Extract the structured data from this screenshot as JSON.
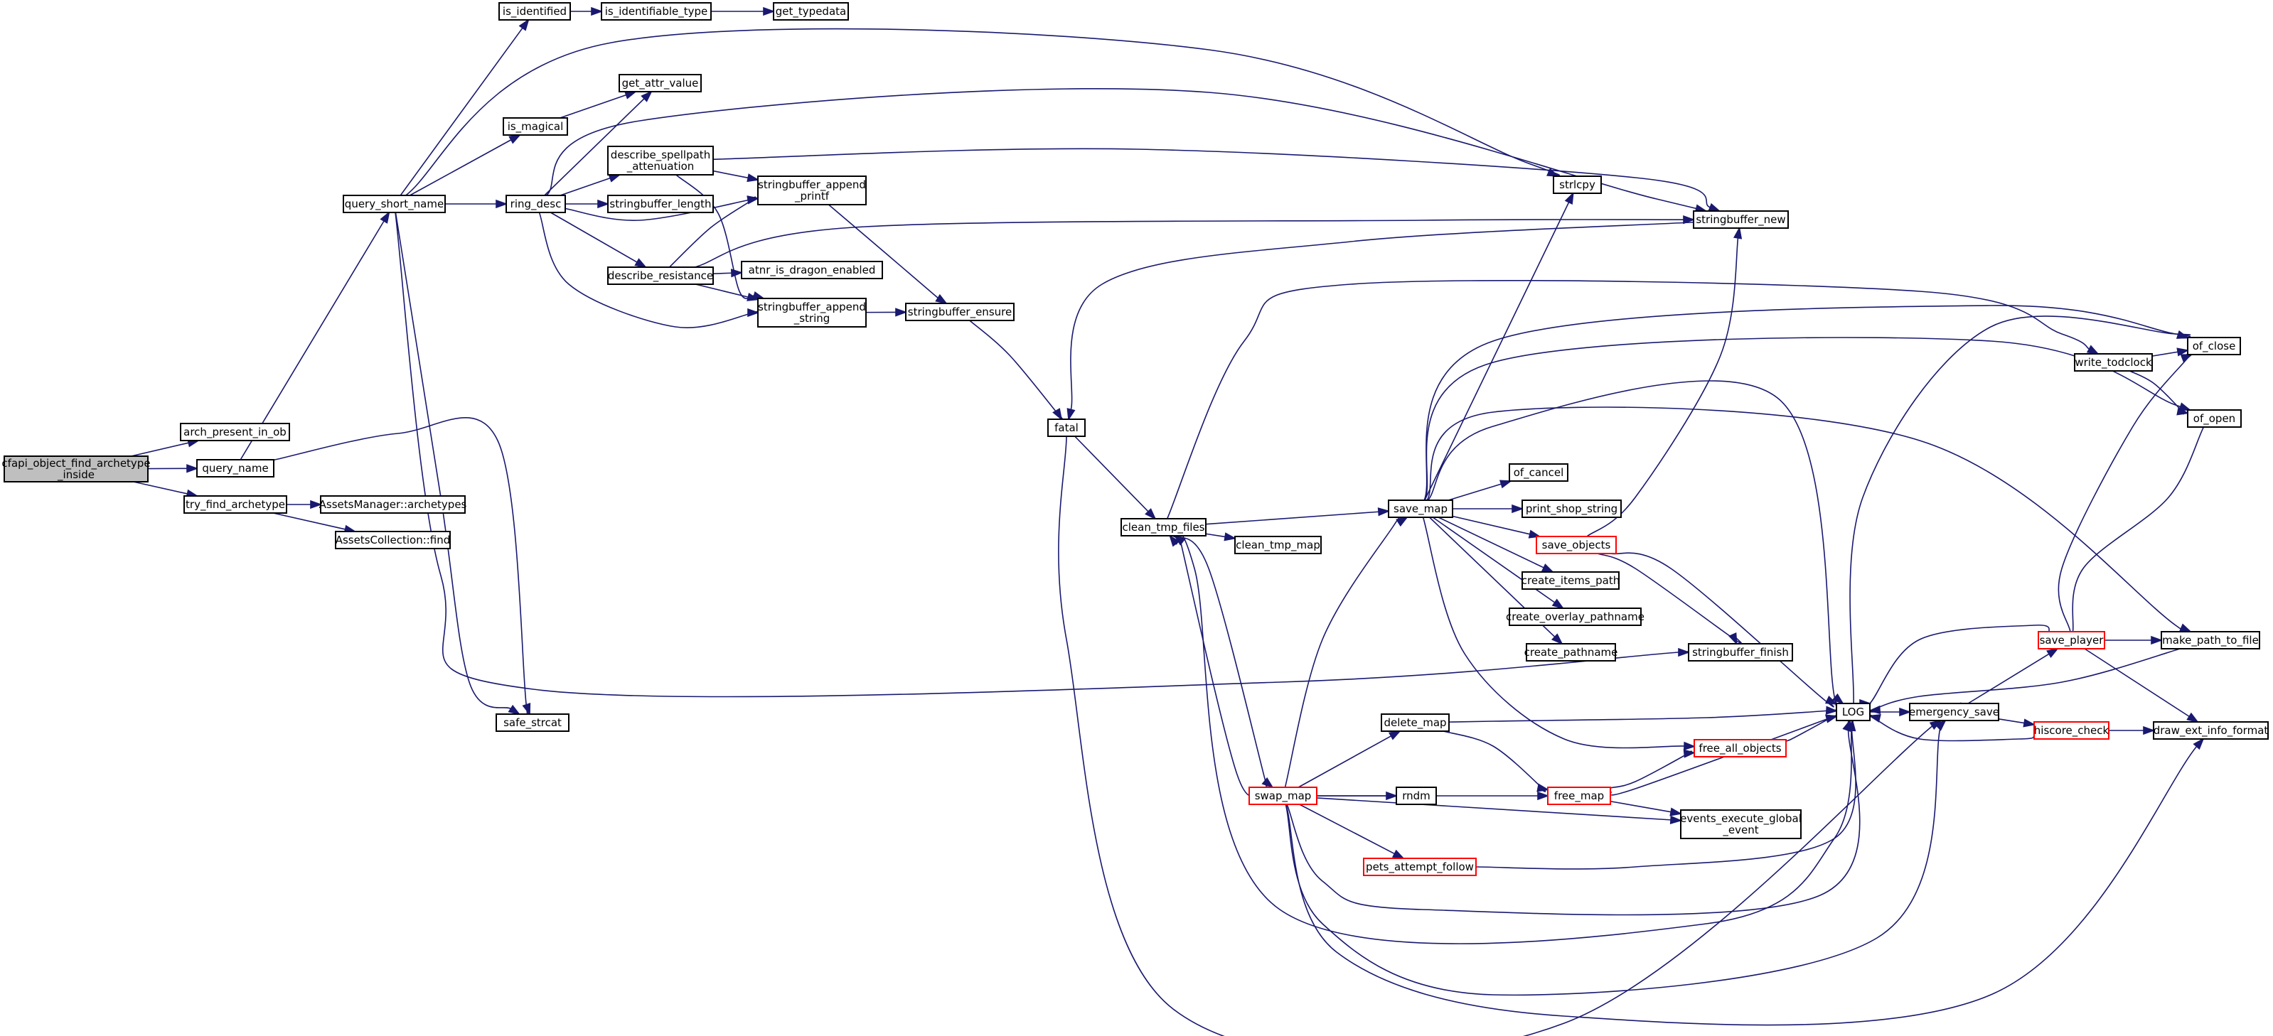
{
  "colors": {
    "edge": "#191970",
    "node_border": "#000000",
    "truncated_border": "#ff0000",
    "root_fill": "#bfbfbf",
    "node_fill": "#ffffff",
    "background": "#ffffff"
  },
  "nodes": [
    {
      "id": "cfapi",
      "lines": [
        "cfapi_object_find_archetype",
        "_inside"
      ],
      "kind": "root"
    },
    {
      "id": "arch_present_in_ob",
      "lines": [
        "arch_present_in_ob"
      ]
    },
    {
      "id": "query_name",
      "lines": [
        "query_name"
      ]
    },
    {
      "id": "try_find_archetype",
      "lines": [
        "try_find_archetype"
      ]
    },
    {
      "id": "query_short_name",
      "lines": [
        "query_short_name"
      ]
    },
    {
      "id": "safe_strcat",
      "lines": [
        "safe_strcat"
      ]
    },
    {
      "id": "AssetsManager_archetypes",
      "lines": [
        "AssetsManager::archetypes"
      ]
    },
    {
      "id": "AssetsCollection_find",
      "lines": [
        "AssetsCollection::find"
      ]
    },
    {
      "id": "is_identified",
      "lines": [
        "is_identified"
      ]
    },
    {
      "id": "is_identifiable_type",
      "lines": [
        "is_identifiable_type"
      ]
    },
    {
      "id": "get_typedata",
      "lines": [
        "get_typedata"
      ]
    },
    {
      "id": "is_magical",
      "lines": [
        "is_magical"
      ]
    },
    {
      "id": "get_attr_value",
      "lines": [
        "get_attr_value"
      ]
    },
    {
      "id": "ring_desc",
      "lines": [
        "ring_desc"
      ]
    },
    {
      "id": "describe_spellpath_attenuation",
      "lines": [
        "describe_spellpath",
        "_attenuation"
      ]
    },
    {
      "id": "stringbuffer_length",
      "lines": [
        "stringbuffer_length"
      ]
    },
    {
      "id": "describe_resistance",
      "lines": [
        "describe_resistance"
      ]
    },
    {
      "id": "stringbuffer_append_printf",
      "lines": [
        "stringbuffer_append",
        "_printf"
      ]
    },
    {
      "id": "atnr_is_dragon_enabled",
      "lines": [
        "atnr_is_dragon_enabled"
      ]
    },
    {
      "id": "stringbuffer_append_string",
      "lines": [
        "stringbuffer_append",
        "_string"
      ]
    },
    {
      "id": "stringbuffer_ensure",
      "lines": [
        "stringbuffer_ensure"
      ]
    },
    {
      "id": "strlcpy",
      "lines": [
        "strlcpy"
      ]
    },
    {
      "id": "stringbuffer_new",
      "lines": [
        "stringbuffer_new"
      ]
    },
    {
      "id": "fatal",
      "lines": [
        "fatal"
      ]
    },
    {
      "id": "clean_tmp_files",
      "lines": [
        "clean_tmp_files"
      ]
    },
    {
      "id": "clean_tmp_map",
      "lines": [
        "clean_tmp_map"
      ]
    },
    {
      "id": "save_map",
      "lines": [
        "save_map"
      ]
    },
    {
      "id": "of_cancel",
      "lines": [
        "of_cancel"
      ]
    },
    {
      "id": "print_shop_string",
      "lines": [
        "print_shop_string"
      ]
    },
    {
      "id": "save_objects",
      "lines": [
        "save_objects"
      ],
      "kind": "truncated"
    },
    {
      "id": "create_items_path",
      "lines": [
        "create_items_path"
      ]
    },
    {
      "id": "create_overlay_pathname",
      "lines": [
        "create_overlay_pathname"
      ]
    },
    {
      "id": "create_pathname",
      "lines": [
        "create_pathname"
      ]
    },
    {
      "id": "stringbuffer_finish",
      "lines": [
        "stringbuffer_finish"
      ]
    },
    {
      "id": "write_todclock",
      "lines": [
        "write_todclock"
      ]
    },
    {
      "id": "of_close",
      "lines": [
        "of_close"
      ]
    },
    {
      "id": "of_open",
      "lines": [
        "of_open"
      ]
    },
    {
      "id": "LOG",
      "lines": [
        "LOG"
      ]
    },
    {
      "id": "emergency_save",
      "lines": [
        "emergency_save"
      ]
    },
    {
      "id": "free_all_objects",
      "lines": [
        "free_all_objects"
      ],
      "kind": "truncated"
    },
    {
      "id": "save_player",
      "lines": [
        "save_player"
      ],
      "kind": "truncated"
    },
    {
      "id": "make_path_to_file",
      "lines": [
        "make_path_to_file"
      ]
    },
    {
      "id": "hiscore_check",
      "lines": [
        "hiscore_check"
      ],
      "kind": "truncated"
    },
    {
      "id": "draw_ext_info_format",
      "lines": [
        "draw_ext_info_format"
      ]
    },
    {
      "id": "delete_map",
      "lines": [
        "delete_map"
      ]
    },
    {
      "id": "swap_map",
      "lines": [
        "swap_map"
      ],
      "kind": "truncated"
    },
    {
      "id": "rndm",
      "lines": [
        "rndm"
      ]
    },
    {
      "id": "free_map",
      "lines": [
        "free_map"
      ],
      "kind": "truncated"
    },
    {
      "id": "events_execute_global_event",
      "lines": [
        "events_execute_global",
        "_event"
      ]
    },
    {
      "id": "pets_attempt_follow",
      "lines": [
        "pets_attempt_follow"
      ],
      "kind": "truncated"
    }
  ],
  "edges": [
    [
      "cfapi",
      "arch_present_in_ob"
    ],
    [
      "cfapi",
      "query_name"
    ],
    [
      "cfapi",
      "try_find_archetype"
    ],
    [
      "query_name",
      "query_short_name"
    ],
    [
      "query_name",
      "safe_strcat"
    ],
    [
      "try_find_archetype",
      "AssetsManager_archetypes"
    ],
    [
      "try_find_archetype",
      "AssetsCollection_find"
    ],
    [
      "query_short_name",
      "is_identified"
    ],
    [
      "query_short_name",
      "is_magical"
    ],
    [
      "query_short_name",
      "ring_desc"
    ],
    [
      "query_short_name",
      "strlcpy"
    ],
    [
      "query_short_name",
      "safe_strcat"
    ],
    [
      "query_short_name",
      "stringbuffer_finish"
    ],
    [
      "is_identified",
      "is_identifiable_type"
    ],
    [
      "is_identifiable_type",
      "get_typedata"
    ],
    [
      "is_magical",
      "get_attr_value"
    ],
    [
      "ring_desc",
      "get_attr_value"
    ],
    [
      "ring_desc",
      "describe_spellpath_attenuation"
    ],
    [
      "ring_desc",
      "stringbuffer_length"
    ],
    [
      "ring_desc",
      "describe_resistance"
    ],
    [
      "ring_desc",
      "stringbuffer_append_printf"
    ],
    [
      "ring_desc",
      "stringbuffer_append_string"
    ],
    [
      "ring_desc",
      "stringbuffer_new"
    ],
    [
      "describe_spellpath_attenuation",
      "stringbuffer_append_printf"
    ],
    [
      "describe_spellpath_attenuation",
      "stringbuffer_append_string"
    ],
    [
      "describe_spellpath_attenuation",
      "stringbuffer_new"
    ],
    [
      "describe_resistance",
      "stringbuffer_append_printf"
    ],
    [
      "describe_resistance",
      "atnr_is_dragon_enabled"
    ],
    [
      "describe_resistance",
      "stringbuffer_append_string"
    ],
    [
      "describe_resistance",
      "stringbuffer_new"
    ],
    [
      "stringbuffer_append_printf",
      "stringbuffer_ensure"
    ],
    [
      "stringbuffer_append_string",
      "stringbuffer_ensure"
    ],
    [
      "stringbuffer_ensure",
      "fatal"
    ],
    [
      "stringbuffer_new",
      "fatal"
    ],
    [
      "fatal",
      "clean_tmp_files"
    ],
    [
      "fatal",
      "emergency_save"
    ],
    [
      "clean_tmp_files",
      "clean_tmp_map"
    ],
    [
      "clean_tmp_files",
      "save_map"
    ],
    [
      "clean_tmp_files",
      "swap_map"
    ],
    [
      "clean_tmp_files",
      "write_todclock"
    ],
    [
      "save_map",
      "strlcpy"
    ],
    [
      "save_map",
      "of_cancel"
    ],
    [
      "save_map",
      "print_shop_string"
    ],
    [
      "save_map",
      "save_objects"
    ],
    [
      "save_map",
      "create_items_path"
    ],
    [
      "save_map",
      "create_overlay_pathname"
    ],
    [
      "save_map",
      "create_pathname"
    ],
    [
      "save_map",
      "of_close"
    ],
    [
      "save_map",
      "of_open"
    ],
    [
      "save_map",
      "LOG"
    ],
    [
      "save_map",
      "make_path_to_file"
    ],
    [
      "save_map",
      "free_all_objects"
    ],
    [
      "save_objects",
      "stringbuffer_new"
    ],
    [
      "save_objects",
      "stringbuffer_finish"
    ],
    [
      "save_objects",
      "LOG"
    ],
    [
      "write_todclock",
      "of_close"
    ],
    [
      "write_todclock",
      "of_open"
    ],
    [
      "LOG",
      "of_close"
    ],
    [
      "LOG",
      "emergency_save"
    ],
    [
      "LOG",
      "clean_tmp_files"
    ],
    [
      "emergency_save",
      "save_player"
    ],
    [
      "emergency_save",
      "hiscore_check"
    ],
    [
      "save_player",
      "of_close"
    ],
    [
      "save_player",
      "of_open"
    ],
    [
      "save_player",
      "make_path_to_file"
    ],
    [
      "save_player",
      "draw_ext_info_format"
    ],
    [
      "save_player",
      "LOG"
    ],
    [
      "hiscore_check",
      "draw_ext_info_format"
    ],
    [
      "hiscore_check",
      "LOG"
    ],
    [
      "make_path_to_file",
      "LOG"
    ],
    [
      "free_all_objects",
      "LOG"
    ],
    [
      "swap_map",
      "save_map"
    ],
    [
      "swap_map",
      "delete_map"
    ],
    [
      "swap_map",
      "rndm"
    ],
    [
      "swap_map",
      "free_map"
    ],
    [
      "swap_map",
      "events_execute_global_event"
    ],
    [
      "swap_map",
      "pets_attempt_follow"
    ],
    [
      "swap_map",
      "LOG"
    ],
    [
      "swap_map",
      "emergency_save"
    ],
    [
      "swap_map",
      "draw_ext_info_format"
    ],
    [
      "swap_map",
      "clean_tmp_files"
    ],
    [
      "delete_map",
      "free_map"
    ],
    [
      "delete_map",
      "LOG"
    ],
    [
      "free_map",
      "free_all_objects"
    ],
    [
      "free_map",
      "events_execute_global_event"
    ],
    [
      "free_map",
      "LOG"
    ],
    [
      "pets_attempt_follow",
      "LOG"
    ]
  ]
}
